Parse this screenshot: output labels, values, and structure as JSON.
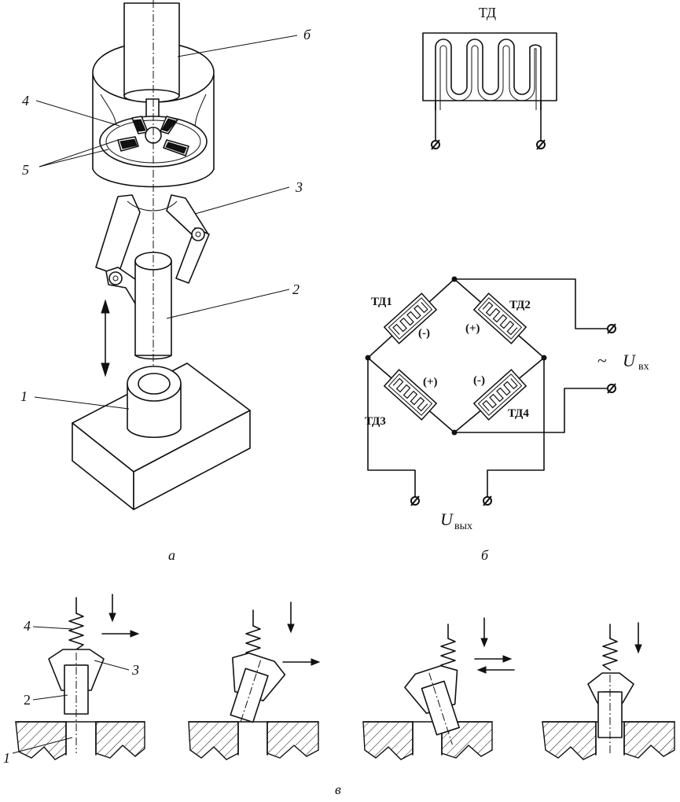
{
  "panel_a": {
    "caption": "а",
    "labels": {
      "n1": "1",
      "n2": "2",
      "n3": "3",
      "n4": "4",
      "n5": "5",
      "n6": "б"
    }
  },
  "panel_b": {
    "caption": "б",
    "sensor_title": "ТД",
    "bridge": {
      "td1": "ТД1",
      "td2": "ТД2",
      "td3": "ТД3",
      "td4": "ТД4",
      "sign_td1": "(-)",
      "sign_td2": "(+)",
      "sign_td3": "(+)",
      "sign_td4": "(-)",
      "input_tilde": "~",
      "input_u": "U",
      "input_sub": "вх",
      "output_u": "U",
      "output_sub": "вых"
    }
  },
  "panel_v": {
    "caption": "в",
    "labels": {
      "n1": "1",
      "n2": "2",
      "n3": "3",
      "n4": "4"
    }
  }
}
